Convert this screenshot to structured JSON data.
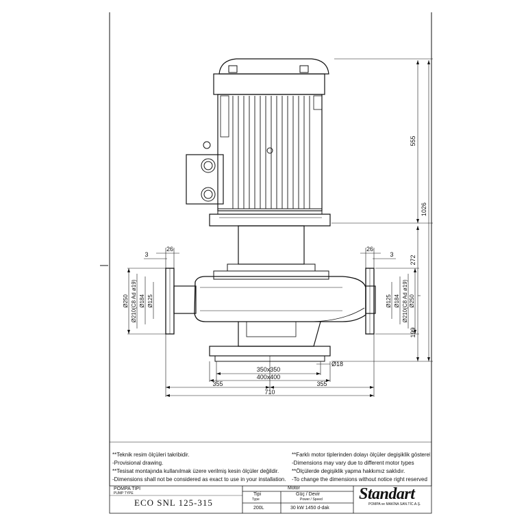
{
  "dimensions": {
    "height_motor": "555",
    "height_total": "1026",
    "height_upper": "272",
    "height_lower": "199",
    "flange_thickness_left": "26",
    "flange_thickness_right": "26",
    "flange_gap_left": "3",
    "flange_gap_right": "3",
    "flange_left": [
      "Ø250",
      "Ø210(C8 Ad ø19)",
      "Ø184",
      "Ø125"
    ],
    "flange_right": [
      "Ø125",
      "Ø184",
      "Ø210(C8 Ad ø19)",
      "Ø250"
    ],
    "base_hole": "Ø18",
    "base_inner": "350x350",
    "base_outer": "400x400",
    "length_left": "355",
    "length_right": "355",
    "length_total": "710"
  },
  "notes_left": [
    "**Teknik resim ölçüleri takribidir.",
    "-Provisional drawing.",
    "**Tesisat montajında kullanılmak üzere verilmiş kesin ölçüler değildir.",
    "-Dimensions shall not be considered as exact to use in your installation."
  ],
  "notes_right": [
    "**Farklı motor tiplerinden dolayı ölçüler degişiklik gösterebilir.",
    "-Dimensions may vary due to different motor types",
    "**Ölçülerde degişiklik yapma hakkımız saklıdır.",
    "-To change the dimensions without notice right reserved"
  ],
  "title_block": {
    "pump_type_tr": "POMPA TİPİ",
    "pump_type_en": "PUMP TYPE",
    "pump_model": "ECO  SNL 125-315",
    "motor_header": "Motor",
    "type_tr": "Tipi",
    "type_en": "Type",
    "power_tr": "Güç  /  Devir",
    "power_en": "Power  /  Speed",
    "motor_type": "200L",
    "motor_power": "30 kW 1450 d-dak"
  },
  "company": {
    "logo": "Standart",
    "tagline": "POMPA ve MAKİNA SAN.TİC.A.Ş."
  }
}
